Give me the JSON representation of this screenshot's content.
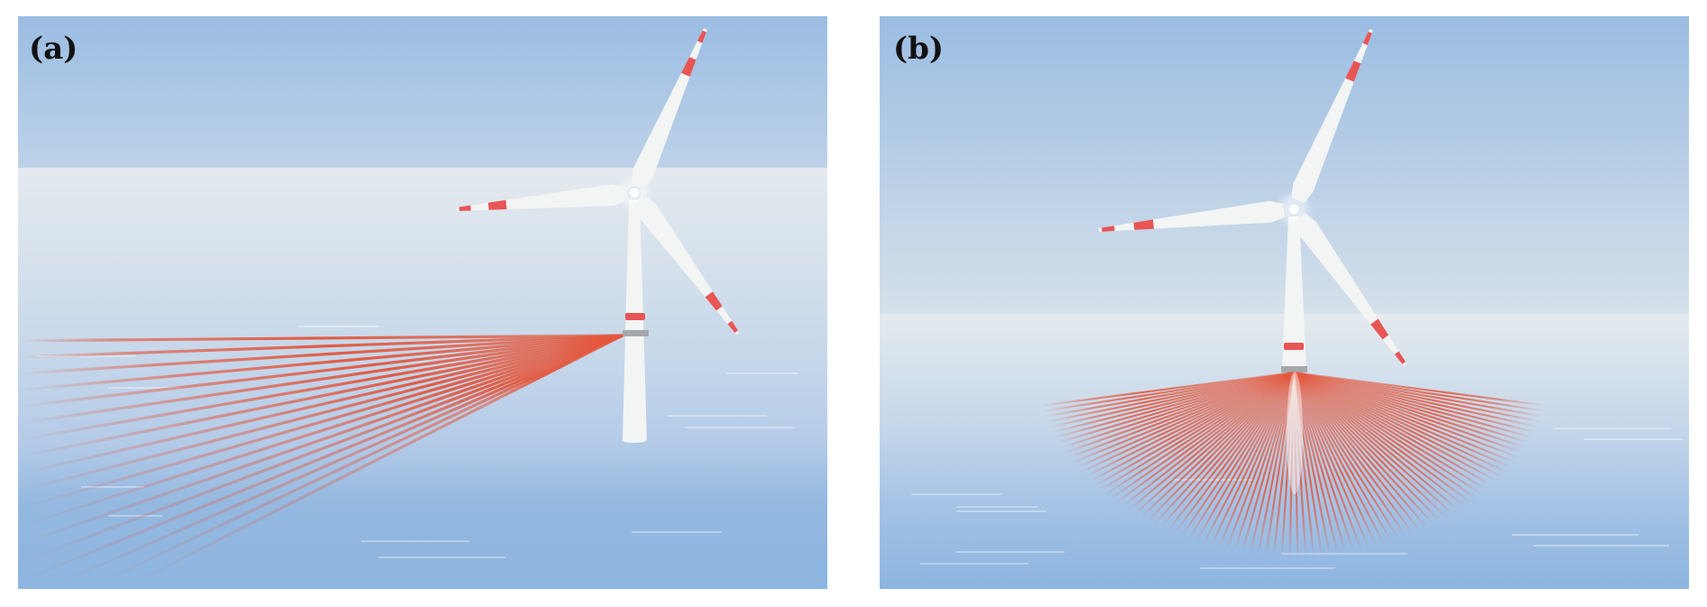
{
  "panels": [
    {
      "label": "(a)",
      "beam_pattern": "horizontal-fan"
    },
    {
      "label": "(b)",
      "beam_pattern": "downward-cone"
    }
  ],
  "colors": {
    "sky_top": "#9bbde2",
    "sky_horizon": "#c3d6ea",
    "sea_horizon": "#e4eaee",
    "sea_bottom": "#8db5e0",
    "turbine": "#f3f4f4",
    "turbine_red": "#e85555",
    "collar": "#a4a8ab",
    "beam": "#e4553a"
  }
}
